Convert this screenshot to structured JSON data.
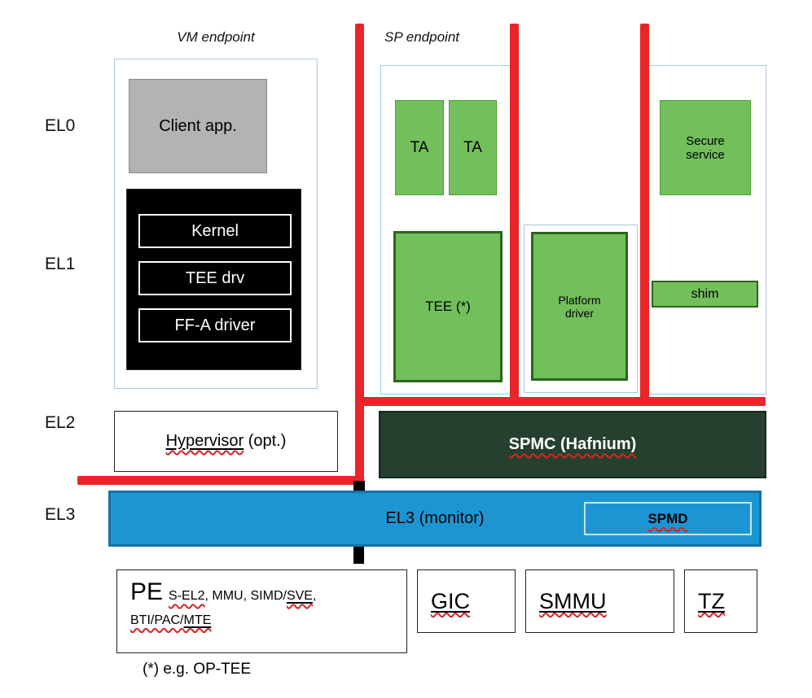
{
  "el_labels": {
    "el0": "EL0",
    "el1": "EL1",
    "el2": "EL2",
    "el3": "EL3"
  },
  "vm": {
    "title": "VM endpoint",
    "client_app": "Client app.",
    "kernel_stack": {
      "kernel": "Kernel",
      "tee_drv": "TEE drv",
      "ffa_driver": "FF-A driver"
    }
  },
  "sp": {
    "title": "SP endpoint",
    "ta1": "TA",
    "ta2": "TA",
    "tee": "TEE (*)",
    "platform_driver": "Platform driver",
    "secure_service": "Secure service",
    "shim": "shim"
  },
  "el2_row": {
    "hypervisor": "Hypervisor",
    "hypervisor_suffix": " (opt.)",
    "spmc": "SPMC (Hafnium)"
  },
  "el3_row": {
    "monitor": "EL3 (monitor)",
    "spmd": "SPMD"
  },
  "hw": {
    "pe_title": "PE",
    "pe_seg1": "S-EL2",
    "pe_seg2": ", MMU, SIMD/",
    "pe_seg3": "SVE",
    "pe_seg4": ",",
    "pe_seg5": "BTI/PAC/",
    "pe_seg6": "MTE",
    "gic": "GIC",
    "smmu": "SMMU",
    "tz": "TZ"
  },
  "footnote": "(*) e.g. OP-TEE",
  "colors": {
    "green_fill": "#72bf5c",
    "green_border": "#4f9c3c",
    "green_border_dark": "#2c641d",
    "red_line": "#e8262a",
    "gray_fill": "#b3b3b3",
    "gray_border": "#898989",
    "container_border": "#a9c6de",
    "spmc_fill": "#25402f",
    "spmc_border": "#16281c",
    "blue_fill": "#1e95d3",
    "blue_border": "#1a70a5",
    "spmd_border": "#c2e4f5",
    "squiggle": "#dd2222"
  }
}
